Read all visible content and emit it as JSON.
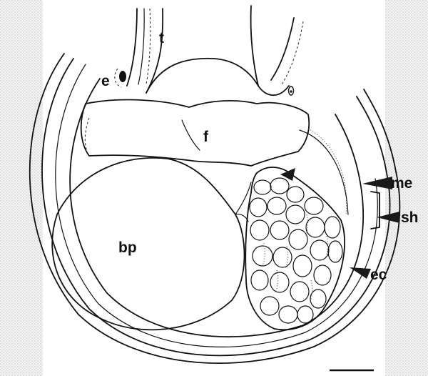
{
  "labels": {
    "t": "t",
    "e": "e",
    "f": "f",
    "bp": "bp",
    "me": "me",
    "sh": "sh",
    "ec": "ec"
  },
  "colors": {
    "background": "#ffffff",
    "stipple": "#d9d9d9",
    "ink": "#111111"
  },
  "icons": {
    "pointer": "arrowhead-icon",
    "scale": "scale-bar"
  }
}
